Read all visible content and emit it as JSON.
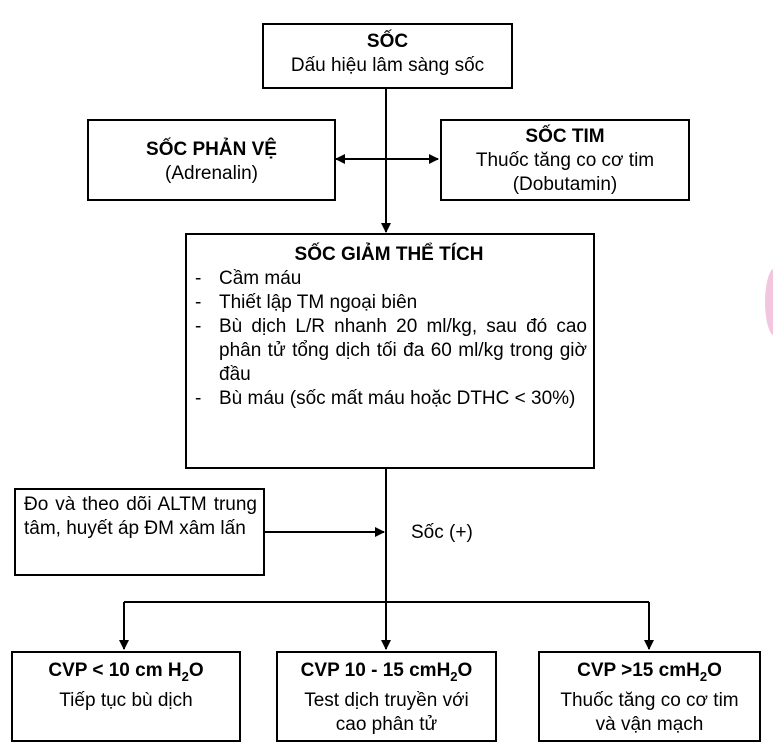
{
  "shock": {
    "title": "SỐC",
    "subtitle": "Dấu hiệu lâm sàng sốc"
  },
  "anaphylactic": {
    "title": "SỐC PHẢN VỆ",
    "subtitle": "(Adrenalin)"
  },
  "cardiogenic": {
    "title": "SỐC TIM",
    "line1": "Thuốc tăng co cơ tim",
    "line2": "(Dobutamin)"
  },
  "hypovolemic": {
    "title": "SỐC GIẢM THỂ TÍCH",
    "items": [
      "Cầm máu",
      "Thiết lập TM ngoại biên",
      "Bù dịch L/R nhanh 20 ml/kg, sau đó cao phân tử tổng dịch tối đa 60 ml/kg trong giờ đầu",
      "Bù máu (sốc mất máu hoặc DTHC < 30%)"
    ]
  },
  "monitor": {
    "text": "Đo và theo dõi ALTM trung tâm, huyết áp ĐM xâm lấn"
  },
  "shock_positive": "Sốc (+)",
  "cvp_low": {
    "prefix": "CVP < 10 cm H",
    "sub": "2",
    "suffix": "O",
    "action": "Tiếp tục bù dịch"
  },
  "cvp_mid": {
    "prefix": "CVP 10 - 15 cmH",
    "sub": "2",
    "suffix": "O",
    "action": "Test dịch truyền với cao phân tử"
  },
  "cvp_high": {
    "prefix": "CVP >15 cmH",
    "sub": "2",
    "suffix": "O",
    "action": "Thuốc tăng co cơ tim và vận mạch"
  }
}
